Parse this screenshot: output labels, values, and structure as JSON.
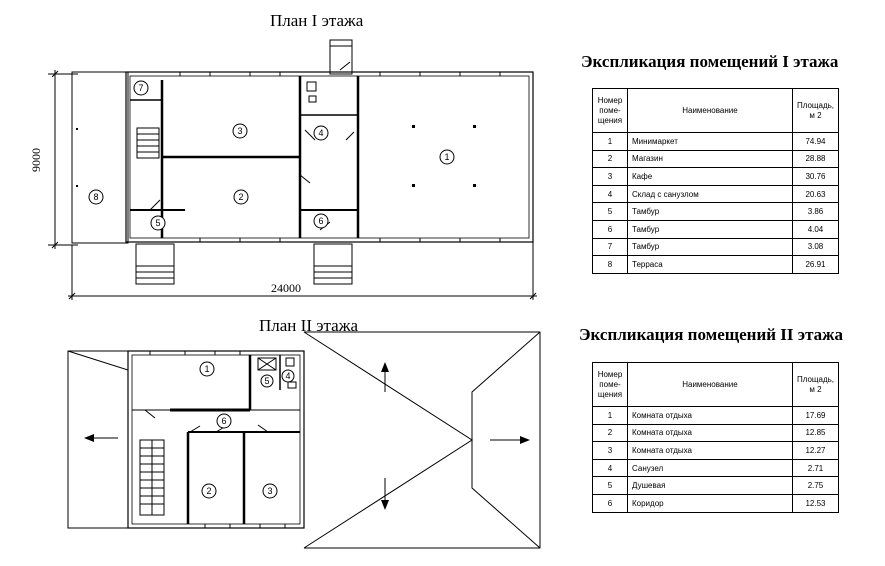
{
  "floor1": {
    "title": "План I этажа",
    "dim_width": "24000",
    "dim_height": "9000",
    "room_tags": [
      "1",
      "2",
      "3",
      "4",
      "5",
      "6",
      "7",
      "8"
    ]
  },
  "floor2": {
    "title": "План II  этажа",
    "room_tags": [
      "1",
      "2",
      "3",
      "4",
      "5",
      "6"
    ]
  },
  "explication1": {
    "title": "Экспликация помещений I этажа",
    "headers": {
      "num": [
        "Номер",
        "поме-",
        "щения"
      ],
      "name": "Наименование",
      "area": [
        "Площадь,",
        "м 2"
      ]
    },
    "rows": [
      {
        "num": "1",
        "name": "Минимаркет",
        "area": "74.94"
      },
      {
        "num": "2",
        "name": "Магазин",
        "area": "28.88"
      },
      {
        "num": "3",
        "name": "Кафе",
        "area": "30.76"
      },
      {
        "num": "4",
        "name": "Склад с санузлом",
        "area": "20.63"
      },
      {
        "num": "5",
        "name": "Тамбур",
        "area": "3.86"
      },
      {
        "num": "6",
        "name": "Тамбур",
        "area": "4.04"
      },
      {
        "num": "7",
        "name": "Тамбур",
        "area": "3.08"
      },
      {
        "num": "8",
        "name": "Терраса",
        "area": "26.91"
      }
    ]
  },
  "explication2": {
    "title": "Экспликация помещений II этажа",
    "headers": {
      "num": [
        "Номер",
        "поме-",
        "щения"
      ],
      "name": "Наименование",
      "area": [
        "Площадь,",
        "м 2"
      ]
    },
    "rows": [
      {
        "num": "1",
        "name": "Комната отдыха",
        "area": "17.69"
      },
      {
        "num": "2",
        "name": "Комната отдыха",
        "area": "12.85"
      },
      {
        "num": "3",
        "name": "Комната отдыха",
        "area": "12.27"
      },
      {
        "num": "4",
        "name": "Санузел",
        "area": "2.71"
      },
      {
        "num": "5",
        "name": "Душевая",
        "area": "2.75"
      },
      {
        "num": "6",
        "name": "Коридор",
        "area": "12.53"
      }
    ]
  }
}
